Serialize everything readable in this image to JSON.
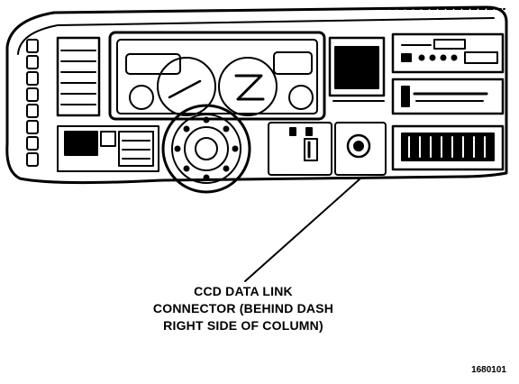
{
  "callout": {
    "line1": "CCD DATA LINK",
    "line2": "CONNECTOR (BEHIND DASH",
    "line3": "RIGHT SIDE OF COLUMN)"
  },
  "figure_id": "1680101",
  "colors": {
    "ink": "#000000",
    "paper": "#ffffff"
  }
}
